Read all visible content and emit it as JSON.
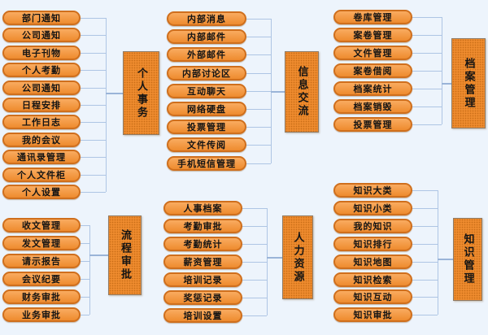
{
  "diagram": {
    "background_color": "#edf4fc",
    "node_fill": "#ee8b2e",
    "node_border": "#cf6f1d",
    "category_fill": "#ee8b2e",
    "line_color": "#aec5e4",
    "text_color": "#141414"
  },
  "groups": [
    {
      "name": "personal-affairs",
      "category": "个人事务",
      "items": [
        "部门通知",
        "公司通知",
        "电子刊物",
        "个人考勤",
        "公司通知",
        "日程安排",
        "工作日志",
        "我的会议",
        "通讯录管理",
        "个人文件柜",
        "个人设置"
      ]
    },
    {
      "name": "info-exchange",
      "category": "信息交流",
      "items": [
        "内部消息",
        "内部邮件",
        "外部邮件",
        "内部讨论区",
        "互动聊天",
        "网络硬盘",
        "投票管理",
        "文件传阅",
        "手机短信管理"
      ]
    },
    {
      "name": "archive-management",
      "category": "档案管理",
      "items": [
        "卷库管理",
        "案卷管理",
        "文件管理",
        "案卷借阅",
        "档案统计",
        "档案销毁",
        "投票管理"
      ]
    },
    {
      "name": "process-approval",
      "category": "流程审批",
      "items": [
        "收文管理",
        "发文管理",
        "请示报告",
        "会议纪要",
        "财务审批",
        "业务审批"
      ]
    },
    {
      "name": "human-resources",
      "category": "人力资源",
      "items": [
        "人事档案",
        "考勤审批",
        "考勤统计",
        "薪资管理",
        "培训记录",
        "奖惩记录",
        "培训设置"
      ]
    },
    {
      "name": "knowledge-management",
      "category": "知识管理",
      "items": [
        "知识大类",
        "知识小类",
        "我的知识",
        "知识排行",
        "知识地图",
        "知识检索",
        "知识互动",
        "知识审批"
      ]
    }
  ]
}
